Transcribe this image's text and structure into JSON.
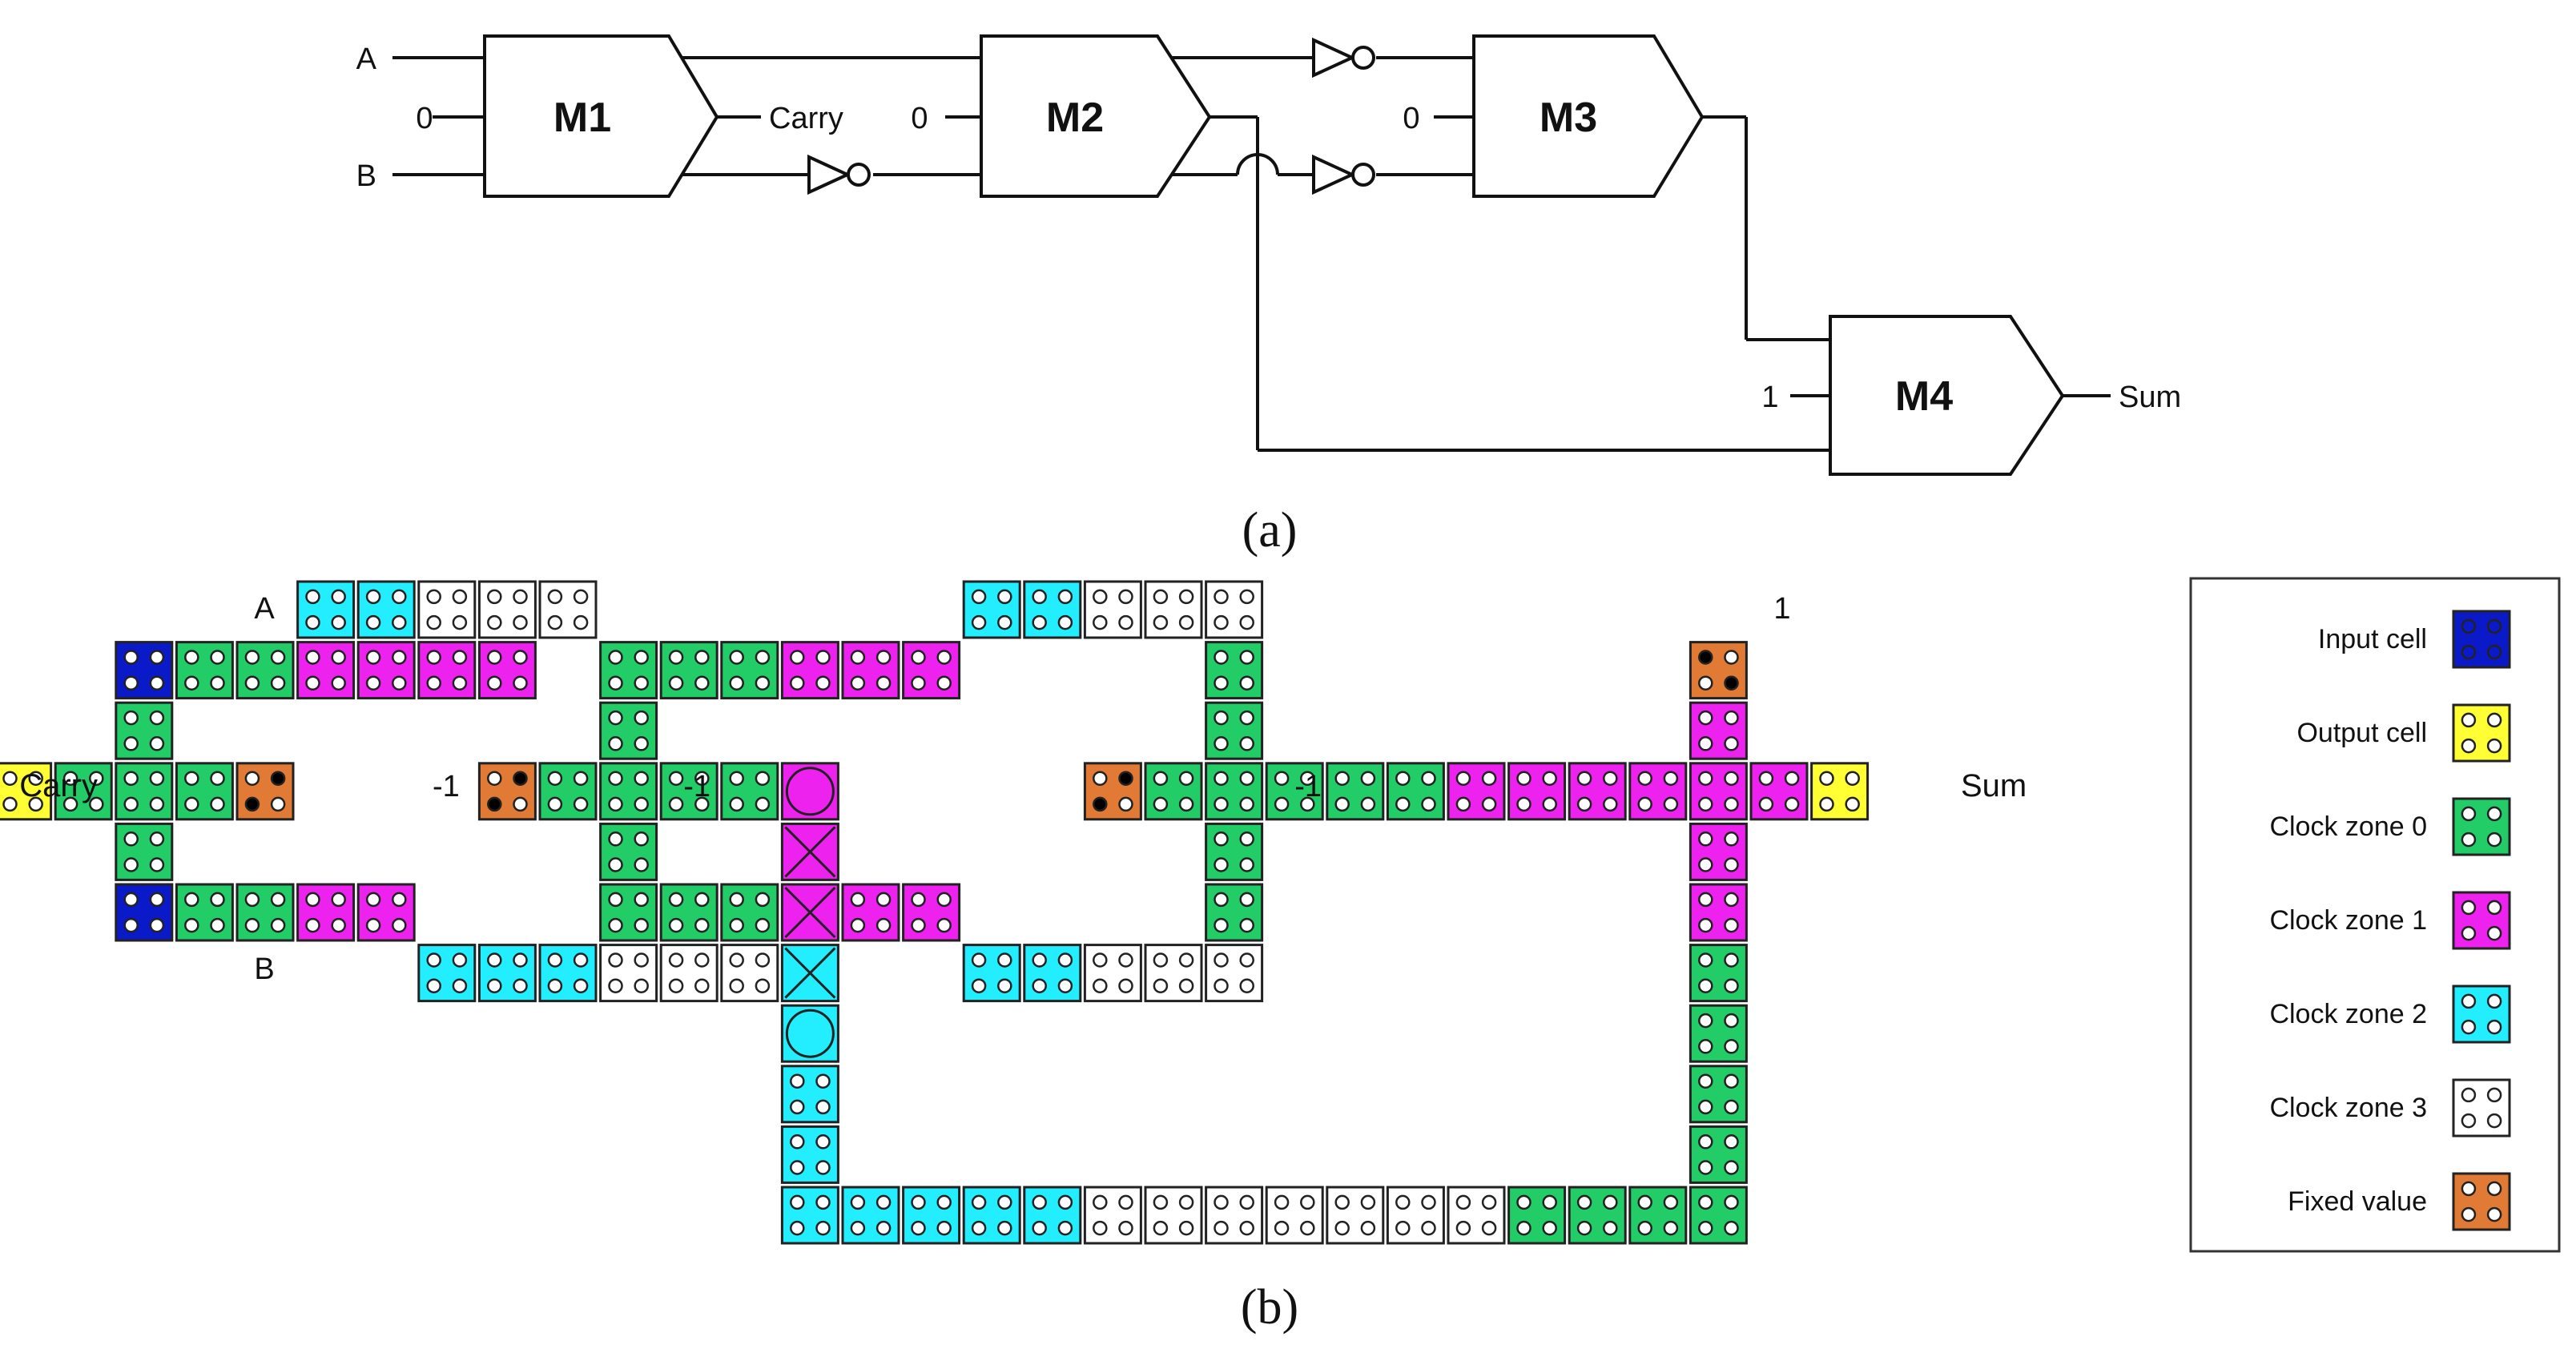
{
  "colors": {
    "input": "#0a1ac8",
    "output": "#ffff33",
    "zone0": "#22cc66",
    "zone1": "#ee22ee",
    "zone2": "#22eeff",
    "zone3": "#ffffff",
    "fixed": "#e07a35"
  },
  "part_a": {
    "caption": "(a)",
    "input_a": "A",
    "input_b": "B",
    "m1_label": "M1",
    "m2_label": "M2",
    "m3_label": "M3",
    "m4_label": "M4",
    "m1_const": "0",
    "m2_const": "0",
    "m3_const": "0",
    "m4_const": "1",
    "carry_label": "Carry",
    "sum_label": "Sum"
  },
  "part_b": {
    "caption": "(b)",
    "label_a": "A",
    "label_b": "B",
    "label_carry": "Carry",
    "label_sum": "Sum",
    "label_one": "1",
    "fixed_left": "-1",
    "fixed_mid": "-1",
    "fixed_right": "-1"
  },
  "legend": {
    "items": [
      {
        "label": "Input cell",
        "type": "input"
      },
      {
        "label": "Output cell",
        "type": "output"
      },
      {
        "label": "Clock zone 0",
        "type": "zone0"
      },
      {
        "label": "Clock zone 1",
        "type": "zone1"
      },
      {
        "label": "Clock zone 2",
        "type": "zone2"
      },
      {
        "label": "Clock zone 3",
        "type": "zone3"
      },
      {
        "label": "Fixed value",
        "type": "fixed"
      }
    ]
  }
}
